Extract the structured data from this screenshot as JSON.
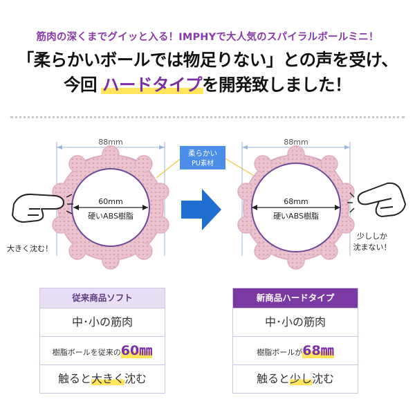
{
  "header": {
    "subtitle": "筋肉の深くまでグイッと入る！IMPHYで大人気のスパイラルボールミニ！",
    "line1": "「柔らかいボールでは物足りない」との声を受け、",
    "line2_prefix": "今回 ",
    "line2_highlight": "ハードタイプ",
    "line2_suffix": "を開発致しました！"
  },
  "diagram": {
    "outer_dim": "88mm",
    "pu_label_1": "柔らかい",
    "pu_label_2": "PU素材",
    "left_ball": {
      "inner_dim": "60mm",
      "inner_label": "硬いABS樹脂",
      "caption": "大きく沈む！"
    },
    "right_ball": {
      "inner_dim": "68mm",
      "inner_label": "硬いABS樹脂",
      "caption_1": "少ししか",
      "caption_2": "沈まない！"
    },
    "colors": {
      "pu_pink": "#eac3cf",
      "pu_dot": "#d9a3b4",
      "purple_accent": "#8a4bb0",
      "arrow_blue": "#1f6fd1",
      "label_blue": "#4a8ee8"
    }
  },
  "compare_left": {
    "header": "従来商品ソフト",
    "row1": "中･小の筋肉",
    "row2_prefix": "樹脂ボールを従来の",
    "row2_value": "60㎜",
    "row3_prefix": "触ると",
    "row3_mark": "大きく",
    "row3_suffix": "沈む"
  },
  "compare_right": {
    "header": "新商品ハードタイプ",
    "row1": "中･小の筋肉",
    "row2_prefix": "樹脂ボールが",
    "row2_value": "68㎜",
    "row3_prefix": "触ると",
    "row3_mark": "少し",
    "row3_suffix": "沈む"
  }
}
